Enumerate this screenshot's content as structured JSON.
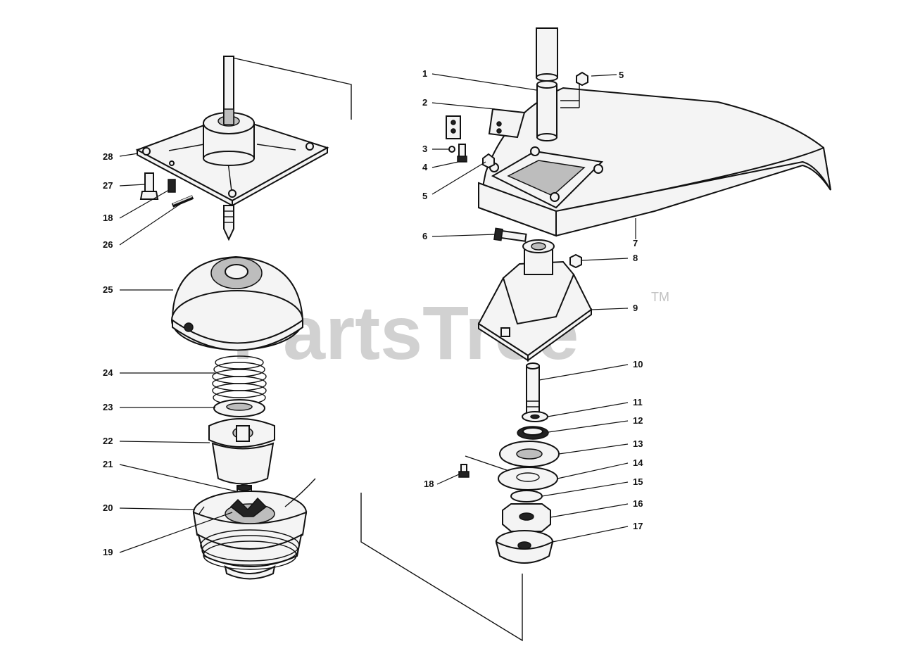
{
  "watermark": {
    "text": "PartsTree",
    "trademark": "TM"
  },
  "callouts": [
    {
      "id": "c1",
      "label": "1"
    },
    {
      "id": "c2",
      "label": "2"
    },
    {
      "id": "c3",
      "label": "3"
    },
    {
      "id": "c4",
      "label": "4"
    },
    {
      "id": "c5a",
      "label": "5"
    },
    {
      "id": "c5b",
      "label": "5"
    },
    {
      "id": "c6",
      "label": "6"
    },
    {
      "id": "c7",
      "label": "7"
    },
    {
      "id": "c8",
      "label": "8"
    },
    {
      "id": "c9",
      "label": "9"
    },
    {
      "id": "c10",
      "label": "10"
    },
    {
      "id": "c11",
      "label": "11"
    },
    {
      "id": "c12",
      "label": "12"
    },
    {
      "id": "c13",
      "label": "13"
    },
    {
      "id": "c14",
      "label": "14"
    },
    {
      "id": "c15",
      "label": "15"
    },
    {
      "id": "c16",
      "label": "16"
    },
    {
      "id": "c17",
      "label": "17"
    },
    {
      "id": "c18b",
      "label": "18"
    },
    {
      "id": "c28",
      "label": "28"
    },
    {
      "id": "c27",
      "label": "27"
    },
    {
      "id": "c18a",
      "label": "18"
    },
    {
      "id": "c26",
      "label": "26"
    },
    {
      "id": "c25",
      "label": "25"
    },
    {
      "id": "c24",
      "label": "24"
    },
    {
      "id": "c23",
      "label": "23"
    },
    {
      "id": "c22",
      "label": "22"
    },
    {
      "id": "c21",
      "label": "21"
    },
    {
      "id": "c20",
      "label": "20"
    },
    {
      "id": "c19",
      "label": "19"
    }
  ]
}
